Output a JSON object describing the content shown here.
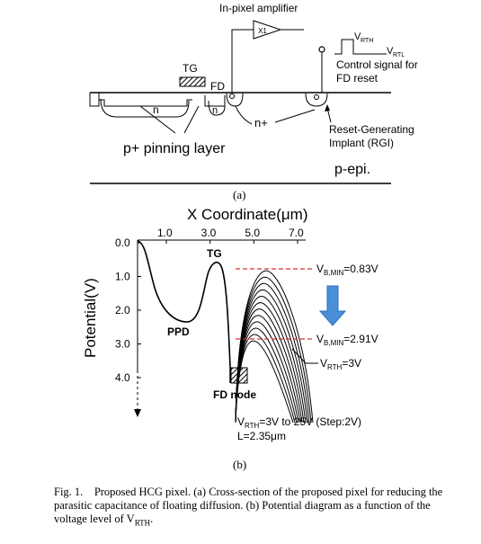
{
  "part_a": {
    "amplifier_label": "In-pixel amplifier",
    "buffer_label": "X1",
    "tg_label": "TG",
    "fd_label": "FD",
    "n_label": "n",
    "n_label_2": "n",
    "nplus_label": "n+",
    "vrth_label": "V",
    "vrth_sub": "RTH",
    "vrtl_label": "V",
    "vrtl_sub": "RTL",
    "control_line1": "Control signal for",
    "control_line2": "FD reset",
    "rgi_line1": "Reset-Generating",
    "rgi_line2": "Implant (RGI)",
    "pinning_label": "p+ pinning layer",
    "pepi_label": "p-epi.",
    "panel_label": "(a)"
  },
  "part_b": {
    "x_axis_title": "X Coordinate(μm)",
    "x_ticks": [
      "1.0",
      "3.0",
      "5.0",
      "7.0"
    ],
    "y_axis_title": "Potential(V)",
    "y_ticks": [
      "0.0",
      "1.0",
      "2.0",
      "3.0",
      "4.0"
    ],
    "tg_label": "TG",
    "ppd_label": "PPD",
    "fd_node_label": "FD node",
    "vbmin_top_pre": "V",
    "vbmin_top_sub": "B,MIN",
    "vbmin_top_post": "=0.83V",
    "vbmin_bot_pre": "V",
    "vbmin_bot_sub": "B,MIN",
    "vbmin_bot_post": "=2.91V",
    "vrth3_pre": "V",
    "vrth3_sub": "RTH",
    "vrth3_post": "=3V",
    "sweep_pre": "V",
    "sweep_sub": "RTH",
    "sweep_post": "=3V to 25V (Step:2V)",
    "length_label": "L=2.35μm",
    "panel_label": "(b)",
    "arrow_color": "#4a90d9",
    "dashed_color": "#e03030"
  },
  "chart_data": {
    "type": "line",
    "xlabel": "X Coordinate(μm)",
    "ylabel": "Potential(V)",
    "x_ticks": [
      1.0,
      3.0,
      5.0,
      7.0
    ],
    "y_ticks": [
      0.0,
      1.0,
      2.0,
      3.0,
      4.0
    ],
    "y_inverted": true,
    "reset_curves_vrth": [
      3,
      5,
      7,
      9,
      11,
      13,
      15,
      17,
      19,
      21,
      23,
      25
    ],
    "vbmin_values": [
      0.83,
      2.91
    ]
  },
  "caption": {
    "fig_label": "Fig. 1.",
    "text": "Proposed HCG pixel. (a) Cross-section of the proposed pixel for reducing the parasitic capacitance of floating diffusion. (b) Potential diagram as a function of the voltage level of V",
    "text_sub": "RTH",
    "text_end": "."
  }
}
